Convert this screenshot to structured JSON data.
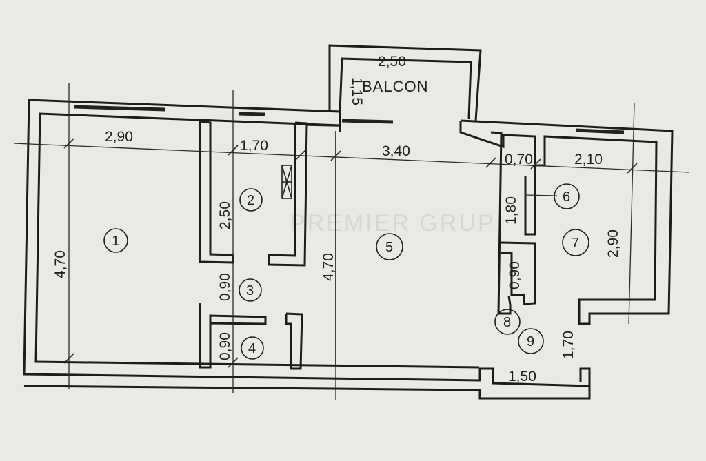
{
  "watermark": "PREMIER GRUP",
  "balcony": {
    "label": "BALCON",
    "width_dim": "2,50",
    "depth_dim": "1,15"
  },
  "dimensions": {
    "room1_width": "2,90",
    "room2_width": "1,70",
    "room5_width": "3,40",
    "room6_width": "0,70",
    "room7_width": "2,10",
    "room1_height": "4,70",
    "room2_height": "2,50",
    "room3_height": "0,90",
    "room4_height": "0,90",
    "room5_height": "4,70",
    "room6_height": "1,80",
    "room7_height": "2,90",
    "room8_height": "0,90",
    "room9_width": "1,50",
    "room9_height": "1,70"
  },
  "rooms": [
    "1",
    "2",
    "3",
    "4",
    "5",
    "6",
    "7",
    "8",
    "9"
  ]
}
